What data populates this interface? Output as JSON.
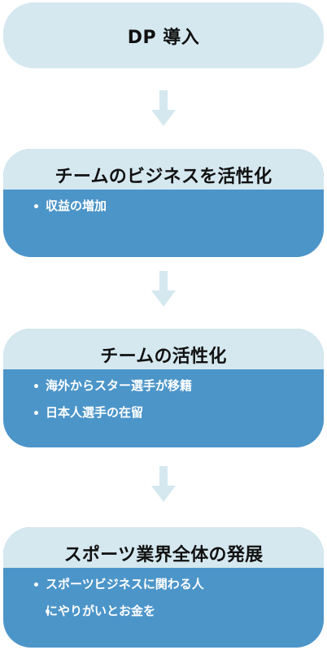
{
  "colors": {
    "header_bg": "#d5e8ef",
    "body_bg": "#4c95c9",
    "arrow": "#d5e8ef",
    "heading_text": "#111111",
    "body_text": "#ffffff"
  },
  "start": {
    "title": "DP 導入"
  },
  "arrows": [
    {
      "icon": "down-arrow-icon"
    },
    {
      "icon": "down-arrow-icon"
    },
    {
      "icon": "down-arrow-icon"
    }
  ],
  "steps": [
    {
      "title": "チームのビジネスを活性化",
      "items": [
        "収益の増加"
      ]
    },
    {
      "title": "チームの活性化",
      "items": [
        "海外からスター選手が移籍",
        "日本人選手の在留"
      ]
    },
    {
      "title": "スポーツ業界全体の発展",
      "items": [
        "スポーツビジネスに関わる人",
        "にやりがいとお金を"
      ]
    }
  ]
}
